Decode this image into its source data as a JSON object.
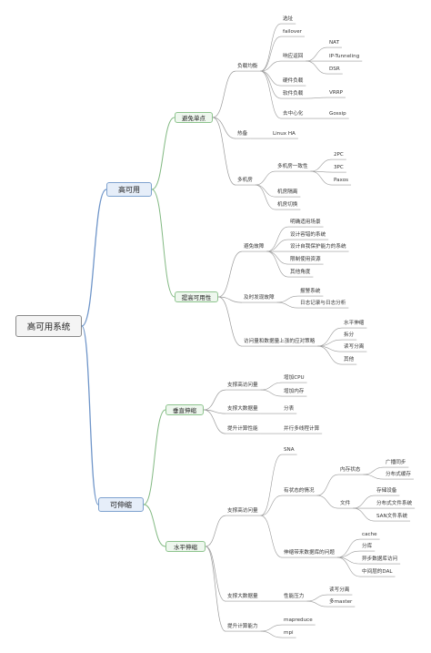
{
  "root": "高可用系统",
  "ha": {
    "title": "高可用",
    "avoid": {
      "title": "避免单点",
      "lb": {
        "title": "负载均衡",
        "select": "选址",
        "failover": "failover",
        "response": "响应返回",
        "nat": "NAT",
        "ip_tunneling": "IP-Tunneling",
        "dsr": "DSR",
        "hw": "硬件负载",
        "sw": "软件负载",
        "vrrp": "VRRP",
        "decentral": "去中心化",
        "gossip": "Gossip"
      },
      "hot": "热备",
      "linux_ha": "Linux HA",
      "multi": {
        "title": "多机房",
        "consistency": "多机房一致性",
        "pc2": "2PC",
        "pc3": "3PC",
        "paxos": "Paxos",
        "isolation": "机房隔离",
        "switch": "机房切换"
      }
    },
    "improve": {
      "title": "提高可用性",
      "avoid_fault": {
        "title": "避免故障",
        "items": [
          "明确适用场景",
          "设计容错的系统",
          "设计自我保护能力的系统",
          "限制使用资源",
          "其他角度"
        ]
      },
      "detect": {
        "title": "及时发现故障",
        "items": [
          "报警系统",
          "日志记录与日志分析"
        ]
      },
      "data": {
        "title": "访问量和数据量上涨的应对策略",
        "items": [
          "水平伸缩",
          "拆分",
          "读写分离",
          "其他"
        ]
      }
    }
  },
  "scale": {
    "title": "可伸缩",
    "vertical": {
      "title": "垂直伸缩",
      "access": {
        "title": "支撑高访问量",
        "items": [
          "增加CPU",
          "增加内存"
        ]
      },
      "bigdata": {
        "title": "支撑大数据量",
        "items": [
          "分表"
        ]
      },
      "compute": {
        "title": "提升计算性能",
        "items": [
          "并行多线程计算"
        ]
      }
    },
    "horizontal": {
      "title": "水平伸缩",
      "access": {
        "title": "支撑高访问量",
        "sna": "SNA",
        "stateful": {
          "title": "有状态的情况",
          "mem": {
            "title": "内存状态",
            "items": [
              "广播同步",
              "分布式缓存"
            ]
          },
          "file": {
            "title": "文件",
            "items": [
              "存储设备",
              "分布式文件系统",
              "SAN文件系统"
            ]
          }
        },
        "db": {
          "title": "伸缩带来数据库的问题",
          "items": [
            "cache",
            "分库",
            "异步数据库访问",
            "中间层的DAL"
          ]
        }
      },
      "bigdata": {
        "title": "支撑大数据量",
        "perf": "性能压力",
        "items": [
          "读写分离",
          "多master"
        ]
      },
      "compute": {
        "title": "提升计算能力",
        "items": [
          "mapreduce",
          "mpi"
        ]
      }
    }
  }
}
